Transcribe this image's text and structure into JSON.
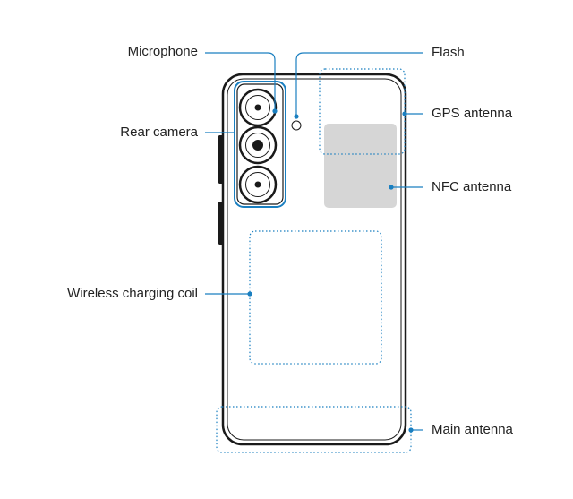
{
  "colors": {
    "accent": "#1a7fc0",
    "outline": "#1a1a1a",
    "nfc_fill": "#d6d6d6",
    "label_text": "#222222"
  },
  "labels": {
    "microphone": "Microphone",
    "rear_camera": "Rear camera",
    "wireless_charging_coil": "Wireless charging coil",
    "flash": "Flash",
    "gps_antenna": "GPS antenna",
    "nfc_antenna": "NFC antenna",
    "main_antenna": "Main antenna"
  }
}
